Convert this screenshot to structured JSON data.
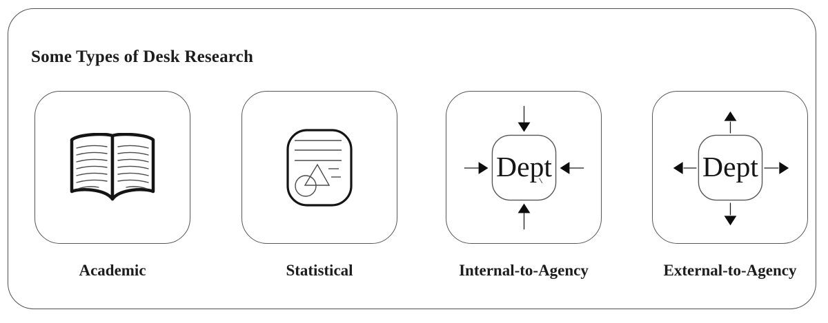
{
  "title": "Some Types of Desk Research",
  "cards": [
    {
      "label": "Academic",
      "icon": "open-book-icon"
    },
    {
      "label": "Statistical",
      "icon": "statistical-document-icon"
    },
    {
      "label": "Internal-to-Agency",
      "icon": "dept-arrows-inward-icon",
      "dept_text": "Dept"
    },
    {
      "label": "External-to-Agency",
      "icon": "dept-arrows-outward-icon",
      "dept_text": "Dept"
    }
  ],
  "colors": {
    "background": "#ffffff",
    "frame_border": "#4f4f4f",
    "card_border": "#555555",
    "icon_stroke": "#141414",
    "detail_stroke": "#4a4a4a",
    "text": "#1d1d1d"
  }
}
